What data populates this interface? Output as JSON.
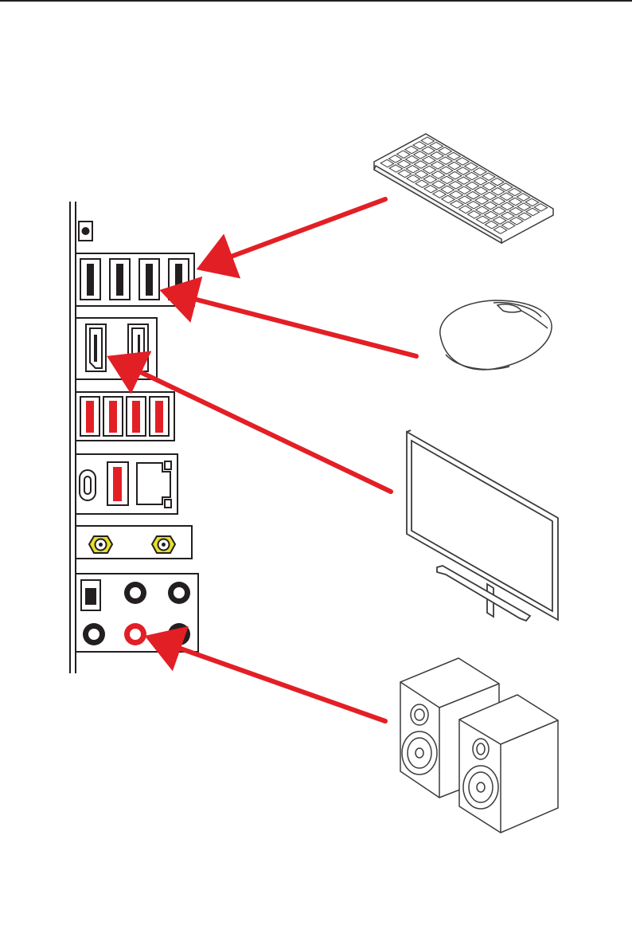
{
  "page": {
    "number": ""
  },
  "colors": {
    "arrow": "#e31f26",
    "port_red": "#e31f26",
    "antenna_gold": "#e8df2a",
    "panel_line": "#231f20",
    "device_line": "#3b3b3b",
    "device_fill": "#ffffff",
    "top_rule": "#231f20"
  },
  "io_panel": {
    "name": "rear I/O panel",
    "ports": [
      {
        "id": "clear-cmos-button",
        "icon": "button-icon"
      },
      {
        "id": "usb2-black-x4",
        "icon": "usb-a-icon",
        "count": 4,
        "color": "black"
      },
      {
        "id": "hdmi-port",
        "icon": "hdmi-icon"
      },
      {
        "id": "displayport-port",
        "icon": "displayport-icon"
      },
      {
        "id": "usb-red-x4",
        "icon": "usb-a-icon",
        "count": 4,
        "color": "red"
      },
      {
        "id": "usb-c-port",
        "icon": "usb-c-icon"
      },
      {
        "id": "usb-red-single",
        "icon": "usb-a-icon",
        "count": 1,
        "color": "red"
      },
      {
        "id": "lan-port",
        "icon": "rj45-icon"
      },
      {
        "id": "wifi-antenna-connectors",
        "icon": "antenna-icon",
        "count": 2
      },
      {
        "id": "audio-jacks",
        "icon": "audio-jack-icon",
        "count": 6
      }
    ]
  },
  "devices": [
    {
      "id": "keyboard",
      "icon": "keyboard-icon",
      "connects_to": "usb2-black-x4"
    },
    {
      "id": "mouse",
      "icon": "mouse-icon",
      "connects_to": "usb2-black-x4"
    },
    {
      "id": "monitor",
      "icon": "monitor-icon",
      "connects_to": "hdmi-port"
    },
    {
      "id": "speakers",
      "icon": "speakers-icon",
      "connects_to": "audio-jacks"
    }
  ]
}
